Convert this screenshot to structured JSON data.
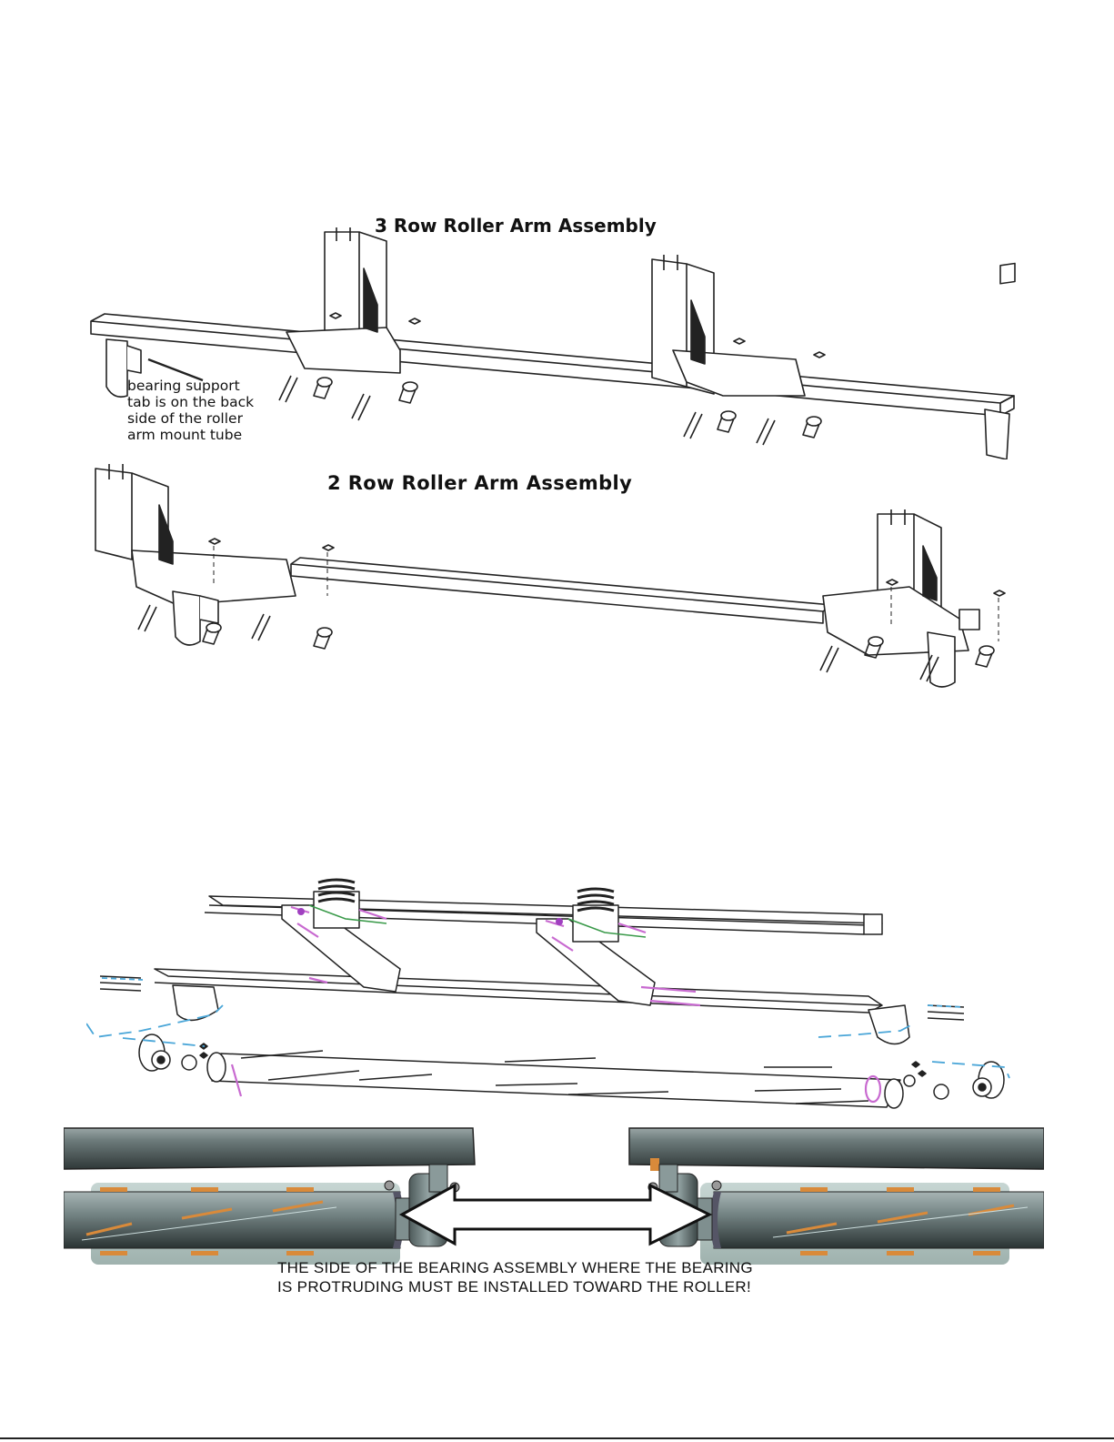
{
  "figure1": {
    "title_3row": "3 Row Roller Arm Assembly",
    "title_2row": "2 Row Roller Arm Assembly",
    "note_lines": [
      "bearing support",
      "tab is on the back",
      "side of the roller",
      "arm mount tube"
    ]
  },
  "figure3": {
    "caption_lines": [
      "THE SIDE OF THE BEARING ASSEMBLY WHERE THE BEARING",
      "IS PROTRUDING MUST BE INSTALLED TOWARD THE ROLLER!"
    ]
  },
  "colors": {
    "tube": "#5c6b6b",
    "roller": "#6f8080",
    "bearing": "#8a9a9a",
    "stripe": "#d98a3a",
    "accent_pink": "#c86ad0",
    "accent_green": "#3a9a4a",
    "dash_blue": "#4aa6d8"
  }
}
